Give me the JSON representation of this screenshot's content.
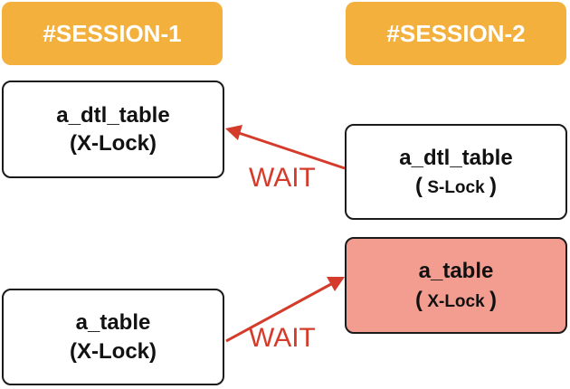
{
  "sessions": [
    {
      "header": "#SESSION-1",
      "boxes": [
        {
          "table": "a_dtl_table",
          "lock": "(X-Lock)"
        },
        {
          "table": "a_table",
          "lock": "(X-Lock)"
        }
      ]
    },
    {
      "header": "#SESSION-2",
      "boxes": [
        {
          "table": "a_dtl_table",
          "lock_open": "(",
          "lock": "S-Lock",
          "lock_close": ")"
        },
        {
          "table": "a_table",
          "lock_open": "(",
          "lock": "X-Lock",
          "lock_close": ")"
        }
      ]
    }
  ],
  "waits": [
    {
      "label": "WAIT"
    },
    {
      "label": "WAIT"
    }
  ],
  "colors": {
    "header_bg": "#f3b03c",
    "header_text": "#ffffff",
    "highlight_box": "#f29d8f",
    "arrow": "#d53b2b"
  }
}
